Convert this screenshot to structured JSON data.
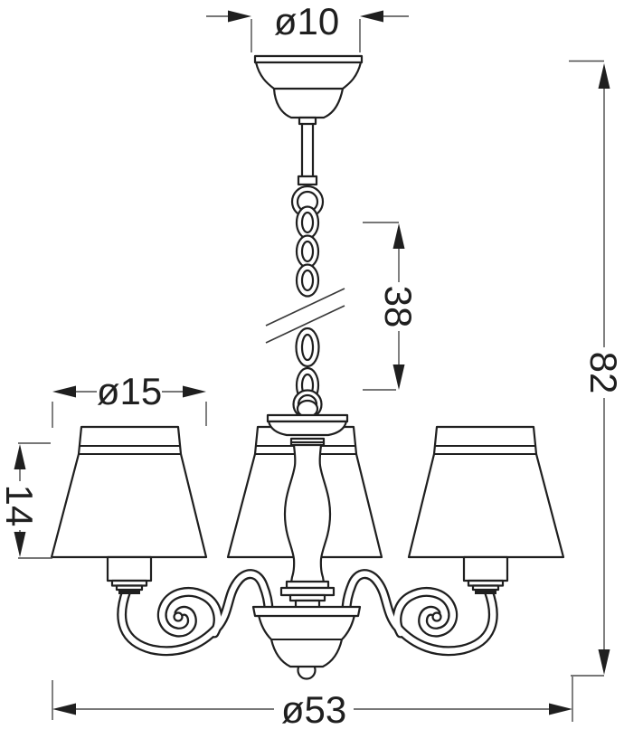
{
  "drawing": {
    "background": "#ffffff",
    "line_color": "#1f1f1f",
    "dimensions": {
      "canopy_diameter": {
        "label": "ø10",
        "value": 10
      },
      "chain_length": {
        "label": "38",
        "value": 38
      },
      "total_height": {
        "label": "82",
        "value": 82
      },
      "shade_diameter": {
        "label": "ø15",
        "value": 15
      },
      "shade_height": {
        "label": "14",
        "value": 14
      },
      "overall_diameter": {
        "label": "ø53",
        "value": 53
      }
    }
  }
}
